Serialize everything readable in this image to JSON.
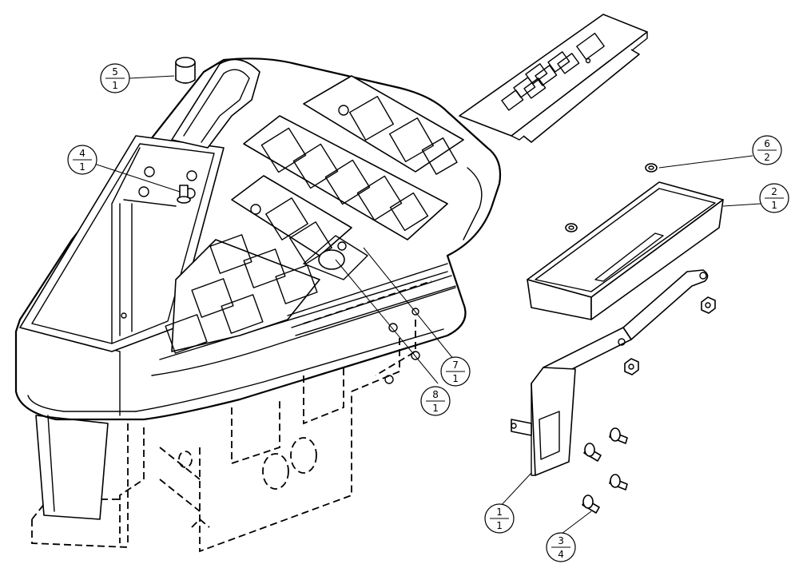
{
  "callouts": [
    {
      "id": "callout-5",
      "item": "5",
      "qty": "1"
    },
    {
      "id": "callout-4",
      "item": "4",
      "qty": "1"
    },
    {
      "id": "callout-6",
      "item": "6",
      "qty": "2"
    },
    {
      "id": "callout-2",
      "item": "2",
      "qty": "1"
    },
    {
      "id": "callout-7",
      "item": "7",
      "qty": "1"
    },
    {
      "id": "callout-8",
      "item": "8",
      "qty": "1"
    },
    {
      "id": "callout-1",
      "item": "1",
      "qty": "1"
    },
    {
      "id": "callout-3",
      "item": "3",
      "qty": "4"
    }
  ],
  "colors": {
    "line": "#000000",
    "background": "#ffffff"
  }
}
